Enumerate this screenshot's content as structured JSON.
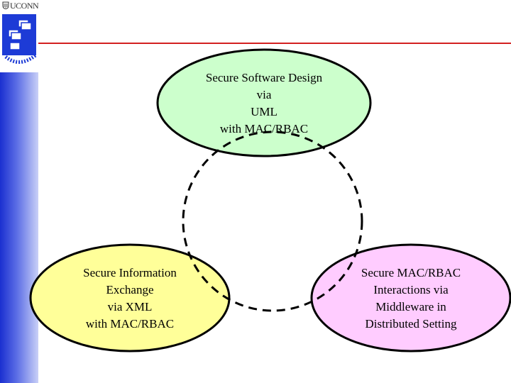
{
  "header": {
    "org_name": "UCONN"
  },
  "nodes": [
    {
      "id": "design",
      "lines": [
        "Secure Software Design",
        "via",
        "UML",
        "with MAC/RBAC"
      ],
      "fill": "#ccffcc"
    },
    {
      "id": "exchange",
      "lines": [
        "Secure Information",
        "Exchange",
        "via XML",
        "with MAC/RBAC"
      ],
      "fill": "#ffff99"
    },
    {
      "id": "middleware",
      "lines": [
        "Secure MAC/RBAC",
        "Interactions via",
        "Middleware in",
        "Distributed Setting"
      ],
      "fill": "#ffccff"
    }
  ],
  "colors": {
    "accent_rule": "#d32020",
    "sidebar": "#1a2fd0",
    "outline": "#000000"
  }
}
